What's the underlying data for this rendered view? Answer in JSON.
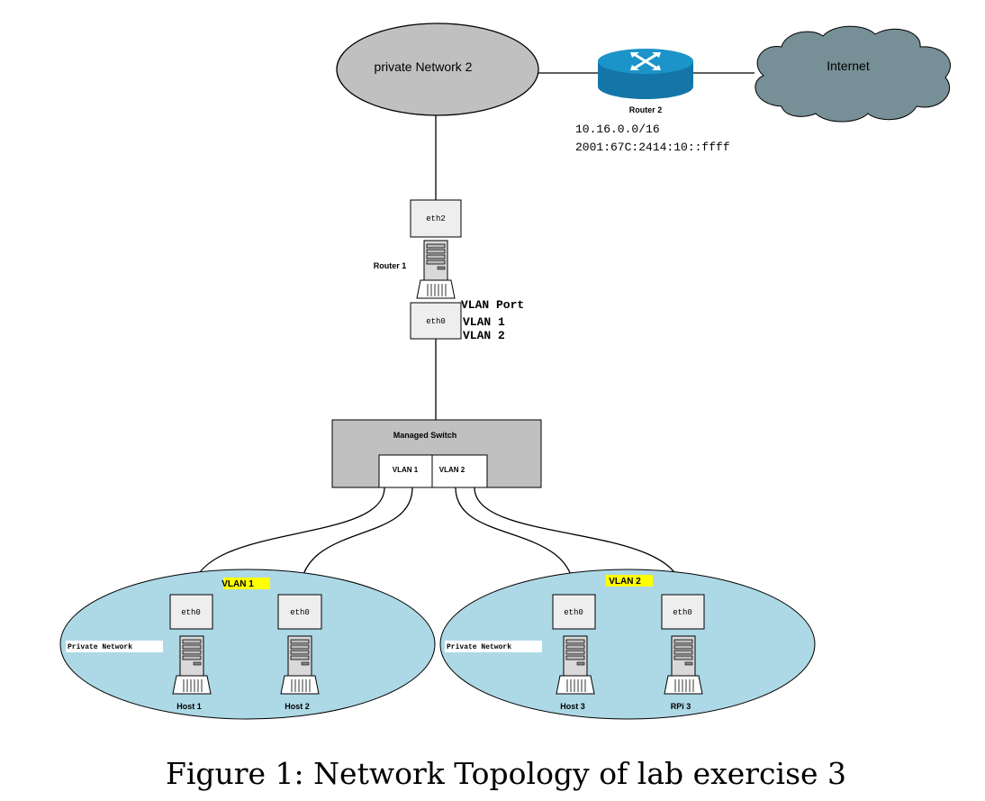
{
  "diagram": {
    "private_network_2": "private Network 2",
    "internet": "Internet",
    "router2": {
      "label": "Router 2",
      "subnet_v4": "10.16.0.0/16",
      "subnet_v6": "2001:67C:2414:10::ffff"
    },
    "router1": {
      "label": "Router 1",
      "eth2": "eth2",
      "eth0": "eth0",
      "vlan_port": "VLAN Port",
      "vlan1": "VLAN 1",
      "vlan2": "VLAN 2"
    },
    "switch": {
      "label": "Managed Switch",
      "port_vlan1": "VLAN 1",
      "port_vlan2": "VLAN 2"
    },
    "network_left": {
      "vlan_label": "VLAN 1",
      "net_label": "Private Network",
      "hosts": [
        {
          "iface": "eth0",
          "name": "Host 1"
        },
        {
          "iface": "eth0",
          "name": "Host 2"
        }
      ]
    },
    "network_right": {
      "vlan_label": "VLAN 2",
      "net_label": "Private Network",
      "hosts": [
        {
          "iface": "eth0",
          "name": "Host 3"
        },
        {
          "iface": "eth0",
          "name": "RPi 3"
        }
      ]
    },
    "colors": {
      "vlan_highlight": "#ffff00",
      "network_fill": "#add8e6",
      "cloud_fill": "#778f96",
      "router_blue": "#1b94c9",
      "switch_fill": "#c0c0c0",
      "private_net2_fill": "#c0c0c0"
    }
  },
  "caption": "Figure 1: Network Topology of lab exercise 3"
}
